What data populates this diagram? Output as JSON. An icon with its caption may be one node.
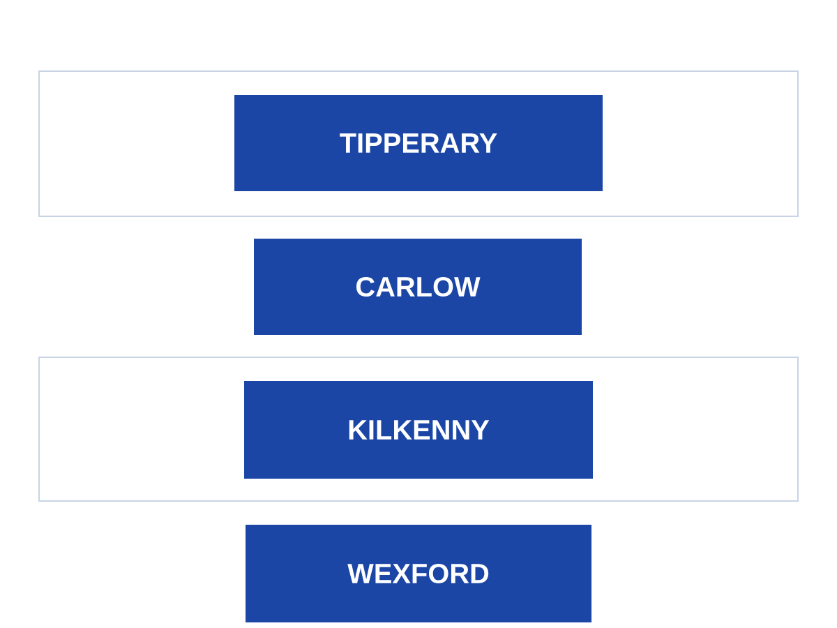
{
  "diagram": {
    "nodes": [
      {
        "text": [],
        "shape": "box"
      },
      {
        "text": [
          "TIPPERARY"
        ],
        "in": 0
      },
      {
        "text": [
          "CARLOW"
        ]
      },
      {
        "text": [],
        "shape": "box"
      },
      {
        "text": [
          "KILKENNY"
        ],
        "in": 3
      },
      {
        "text": [
          "WEXFORD"
        ]
      }
    ]
  }
}
